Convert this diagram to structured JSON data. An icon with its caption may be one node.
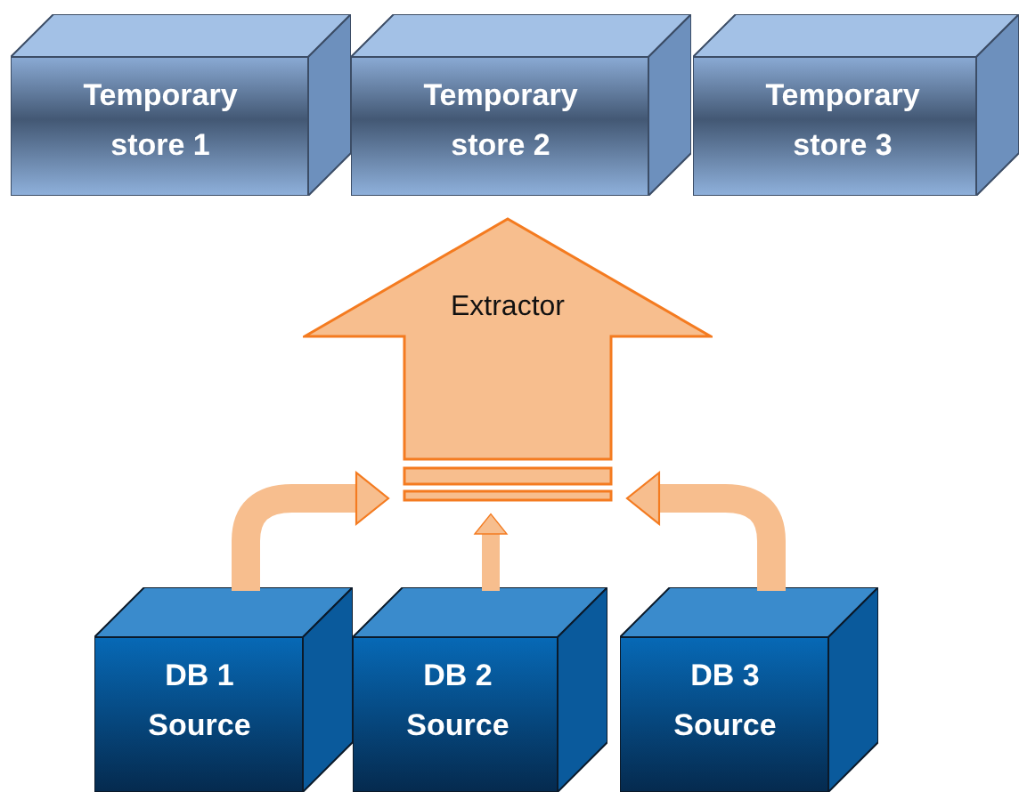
{
  "diagram": {
    "nodes": [
      {
        "text": [
          "Temporary store 1"
        ]
      },
      {
        "text": [
          "Temporary store 2"
        ]
      },
      {
        "text": [
          "Temporary store 3"
        ]
      },
      {
        "text": [
          "Extractor"
        ]
      },
      {
        "text": [
          "DB 1 Source"
        ]
      },
      {
        "text": [
          "DB 2 Source"
        ]
      },
      {
        "text": [
          "DB 3 Source"
        ]
      }
    ],
    "edges": [
      {
        "from": 4,
        "to": 3,
        "arrow": "to"
      },
      {
        "from": 5,
        "to": 3,
        "arrow": "to"
      },
      {
        "from": 6,
        "to": 3,
        "arrow": "to"
      }
    ]
  }
}
